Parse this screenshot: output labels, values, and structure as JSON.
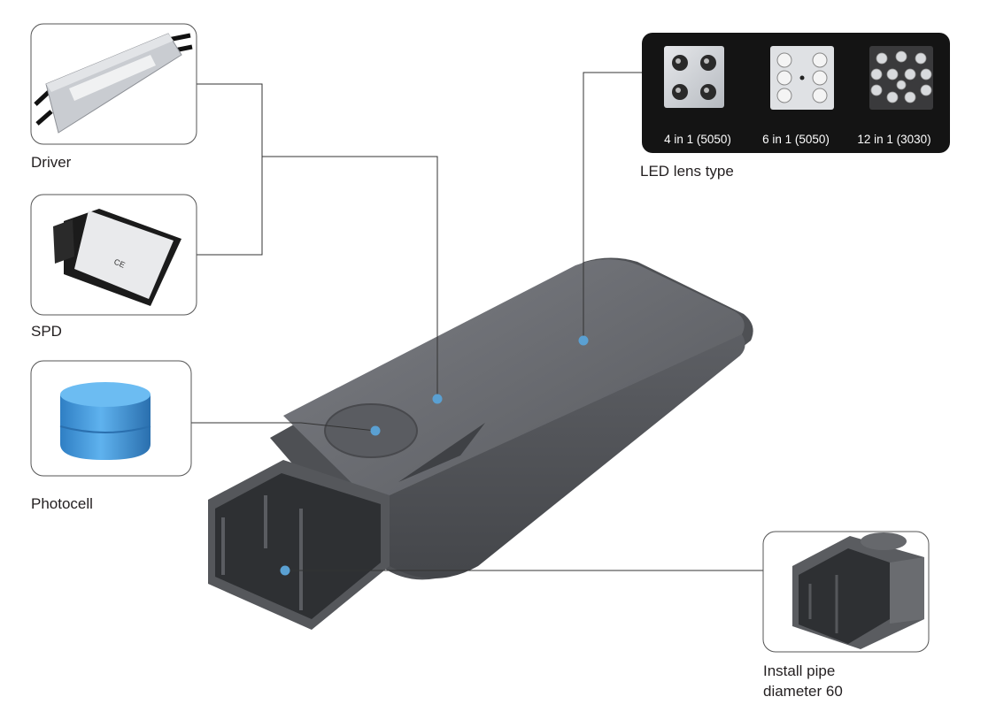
{
  "colors": {
    "connector_line": "#333333",
    "callout_dot": "#5aa0d2",
    "lamp_body": "#6b6d72",
    "lens_panel": "#141414",
    "label_text": "#231f20"
  },
  "callouts": {
    "driver": {
      "label": "Driver",
      "icon": "led-driver-image"
    },
    "spd": {
      "label": "SPD",
      "icon": "surge-protector-image"
    },
    "photocell": {
      "label": "Photocell",
      "icon": "photocell-image"
    },
    "lens": {
      "title": "LED lens type",
      "items": [
        {
          "label": "4 in 1 (5050)",
          "icon": "lens-4-in-1-image"
        },
        {
          "label": "6 in 1 (5050)",
          "icon": "lens-6-in-1-image"
        },
        {
          "label": "12 in 1 (3030)",
          "icon": "lens-12-in-1-image"
        }
      ]
    },
    "pipe": {
      "label_line1": "Install pipe",
      "label_line2": "diameter 60",
      "icon": "pipe-mount-image"
    }
  }
}
